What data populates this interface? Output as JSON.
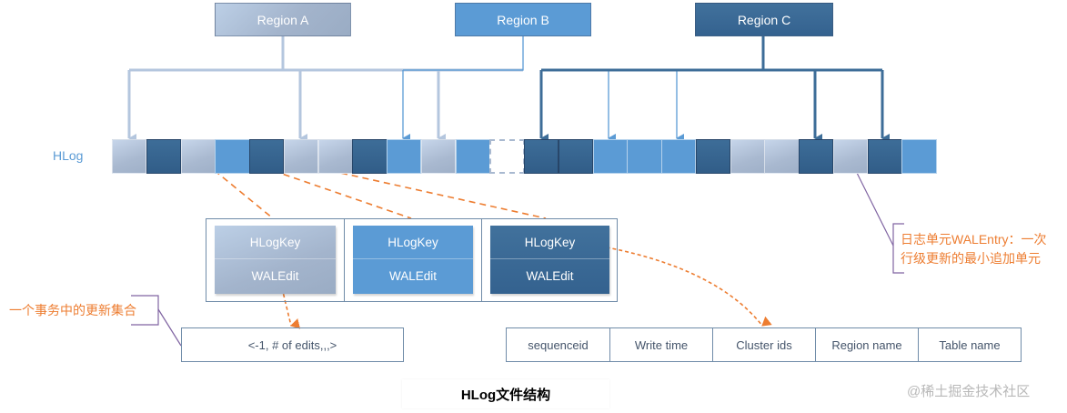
{
  "diagram": {
    "regions": [
      {
        "id": "A",
        "label": "Region A",
        "color": "#a3b4cc"
      },
      {
        "id": "B",
        "label": "Region B",
        "color": "#5b9bd5"
      },
      {
        "id": "C",
        "label": "Region C",
        "color": "#34628f"
      }
    ],
    "hlog_label": "HLog",
    "hlog_cells": [
      "A",
      "C",
      "A",
      "B",
      "C",
      "A",
      "A",
      "C",
      "B",
      "A",
      "B",
      "E",
      "C",
      "C",
      "B",
      "B",
      "B",
      "C",
      "A",
      "A",
      "C",
      "A",
      "C",
      "B"
    ],
    "wal_entries": [
      {
        "region": "A",
        "key_label": "HLogKey",
        "edit_label": "WALEdit"
      },
      {
        "region": "B",
        "key_label": "HLogKey",
        "edit_label": "WALEdit"
      },
      {
        "region": "C",
        "key_label": "HLogKey",
        "edit_label": "WALEdit"
      }
    ],
    "waledit_content": "<-1, # of edits,,,>",
    "hlogkey_fields": [
      "sequenceid",
      "Write time",
      "Cluster ids",
      "Region name",
      "Table name"
    ],
    "annotation_left": "一个事务中的更新集合",
    "annotation_right_line1": "日志单元WALEntry：一次",
    "annotation_right_line2": "行级更新的最小追加单元",
    "caption": "HLog文件结构",
    "watermark": "@稀土掘金技术社区",
    "colors": {
      "accent_orange": "#ed7d31",
      "bracket_purple": "#7030a0",
      "border": "#6f8ba8"
    }
  }
}
